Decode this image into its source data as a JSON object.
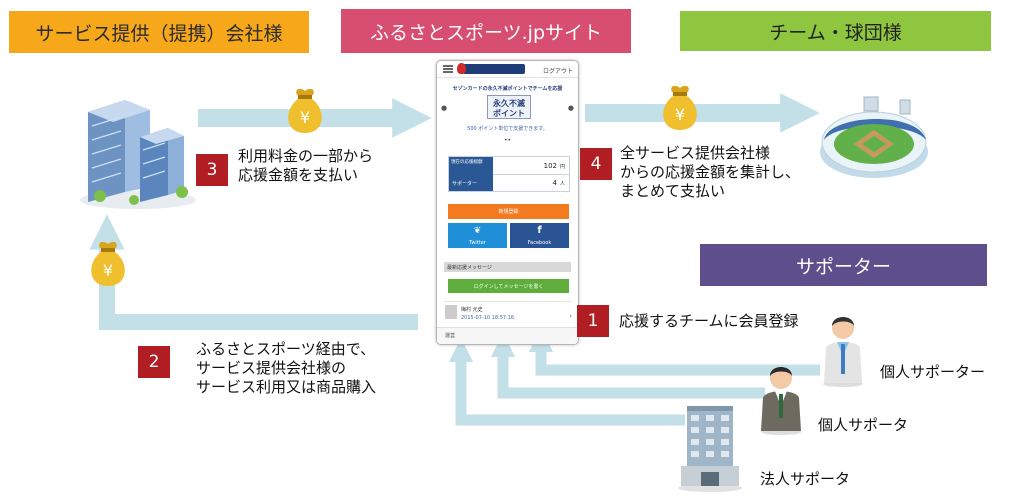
{
  "headers": {
    "service": "サービス提供（提携）会社様",
    "site": "ふるさとスポーツ.jpサイト",
    "team": "チーム・球団様",
    "supporter": "サポーター"
  },
  "steps": [
    {
      "num": "1",
      "text": [
        "応援するチームに会員登録"
      ]
    },
    {
      "num": "2",
      "text": [
        "ふるさとスポーツ経由で、",
        "サービス提供会社様の",
        "サービス利用又は商品購入"
      ]
    },
    {
      "num": "3",
      "text": [
        "利用料金の一部から",
        "応援金額を支払い"
      ]
    },
    {
      "num": "4",
      "text": [
        "全サービス提供会社様",
        "からの応援金額を集計し、",
        "まとめて支払い"
      ]
    }
  ],
  "supporters": {
    "individual_1": "個人サポーター",
    "individual_2": "個人サポータ",
    "corporate": "法人サポータ"
  },
  "money_symbol": "¥",
  "phone": {
    "login_link": "ログアウト",
    "campaign_title": "セゾンカードの永久不滅ポイントでチームを応援",
    "badge_line1": "永久不滅",
    "badge_line2": "ポイント",
    "points_note": "500 ポイント単位で支援できます。",
    "dots": "••",
    "stats": [
      {
        "label": "現在の応援総額",
        "value": "102",
        "unit": "円"
      },
      {
        "label": "サポーター",
        "value": "4",
        "unit": "人"
      }
    ],
    "register_button": "新規登録",
    "twitter_label": "Twitter",
    "facebook_label": "Facebook",
    "messages_header": "最新応援メッセージ",
    "login_message_button": "ログインしてメッセージを書く",
    "message_author": "梅村 元史",
    "message_time": "2015-07-10 18:57:16",
    "footer_text": "運営",
    "colors": {
      "orange": "#f47a20",
      "twitter": "#1f8fd7",
      "facebook": "#2a5394",
      "green": "#5fae3b",
      "stats": "#2a5894"
    }
  }
}
